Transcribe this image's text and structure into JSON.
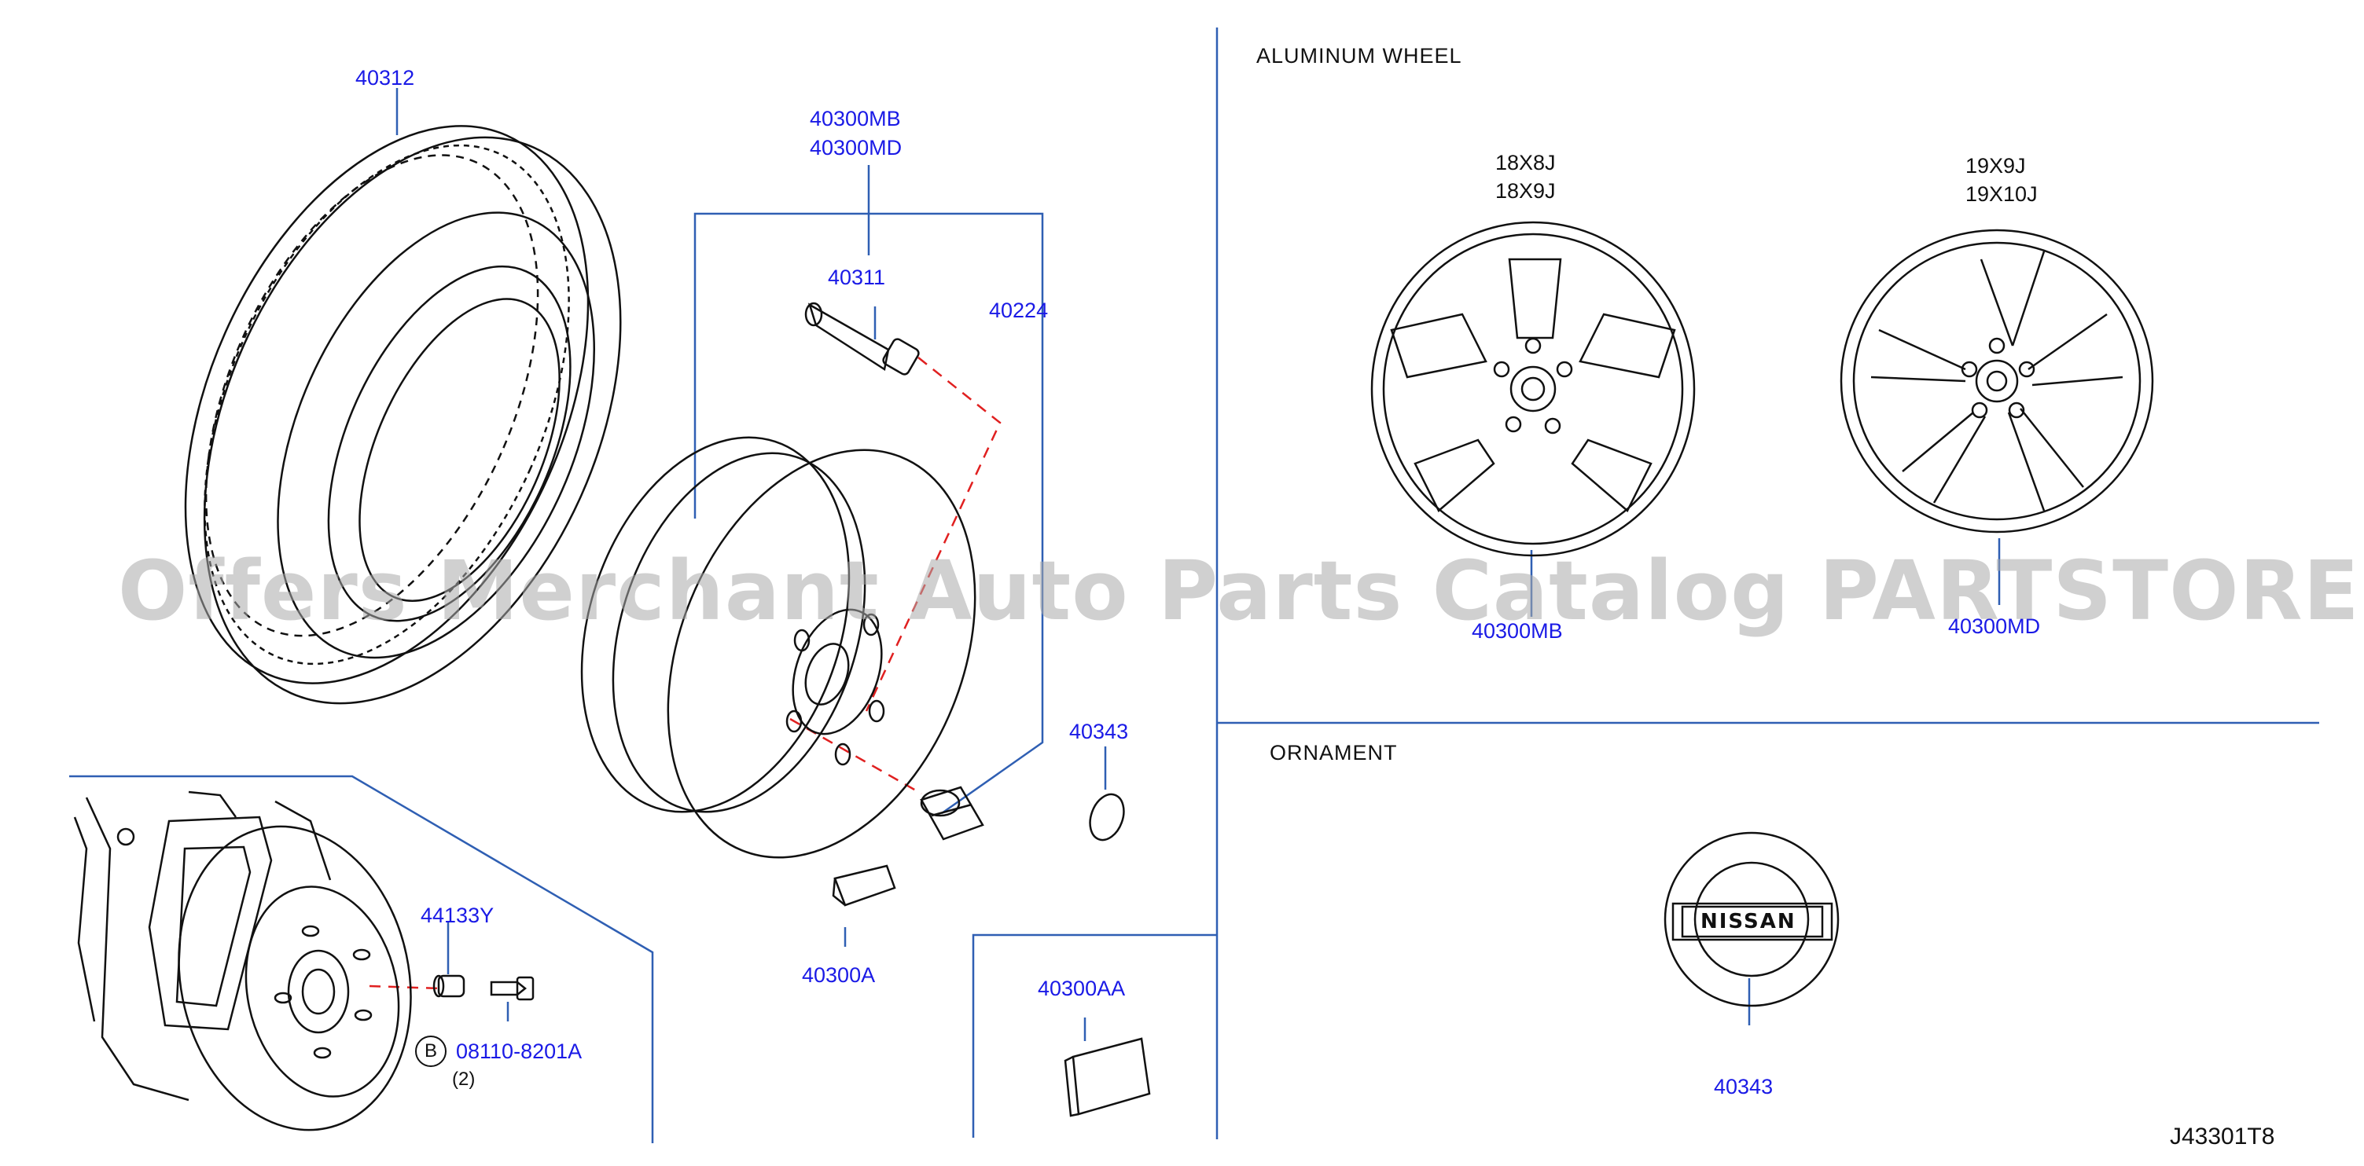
{
  "sections": {
    "aluminum_wheel_title": "ALUMINUM   WHEEL",
    "ornament_title": "ORNAMENT"
  },
  "labels": {
    "tire": "40312",
    "wheel_mb": "40300MB",
    "wheel_md": "40300MD",
    "valve": "40311",
    "nut": "40224",
    "cap_small": "40343",
    "weight": "40300A",
    "weight_aa": "40300AA",
    "spacer": "44133Y",
    "bolt": "08110-8201A",
    "bolt_qty": "(2)",
    "bolt_marker": "B",
    "wheel_left_size_1": "18X8J",
    "wheel_left_size_2": "18X9J",
    "wheel_left_part": "40300MB",
    "wheel_right_size_1": "19X9J",
    "wheel_right_size_2": "19X10J",
    "wheel_right_part": "40300MD",
    "ornament_part": "40343",
    "ornament_logo": "NISSAN",
    "diagram_code": "J43301T8"
  },
  "watermark": "Offers Merchant Auto Parts Catalog PARTSTORE.SA",
  "colors": {
    "label": "#1a1ae6",
    "leader": "#2f5fb3",
    "line_art": "#111111",
    "dashed": "#e02020",
    "watermark": "#aaaaaa"
  }
}
